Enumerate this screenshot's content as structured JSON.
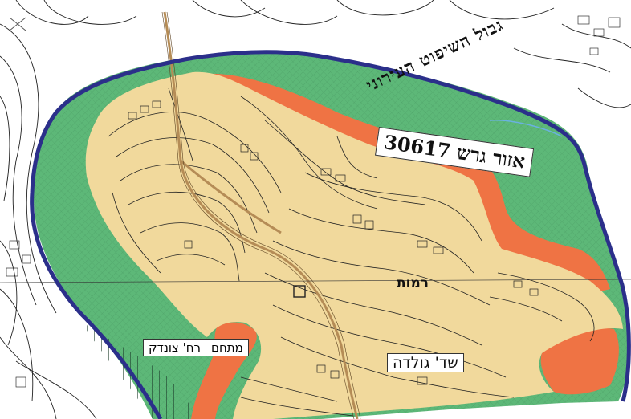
{
  "map": {
    "labels": {
      "jurisdiction_border": "גבול השיפוט העירוני",
      "parcel_area": "אזור גרש 30617",
      "neighborhood": "רמות",
      "road": "שד' גולדה",
      "complex": "מתחם",
      "street": "רח' צונדק"
    },
    "colors": {
      "paper": "#ffffff",
      "residential": "#f1d99c",
      "green_zone": "#5db878",
      "orange_zone": "#ef7344",
      "boundary": "#2b2f8a",
      "contour": "#222222",
      "road": "#b58c56",
      "water": "#6ab1e0"
    }
  }
}
